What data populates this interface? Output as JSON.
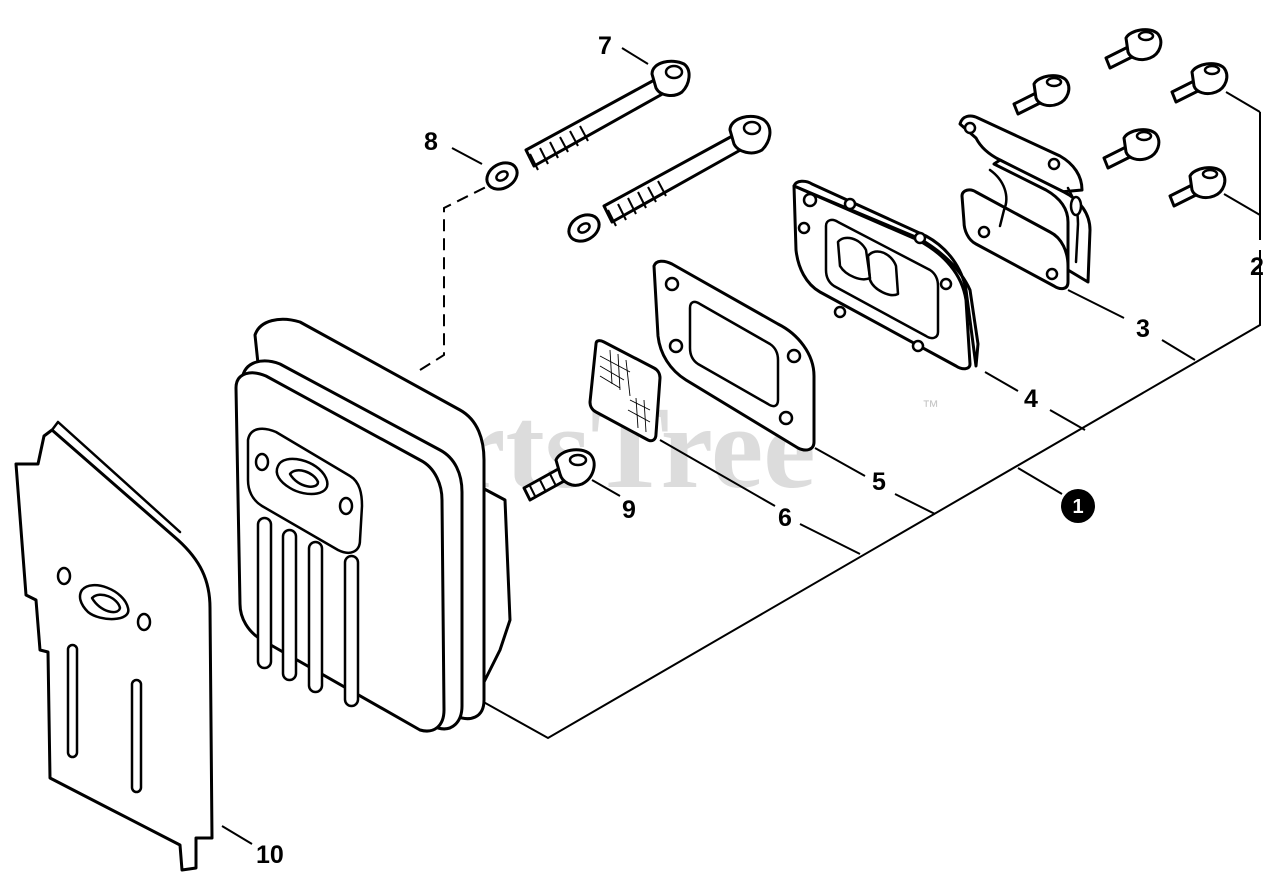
{
  "watermark": {
    "text": "PartsTree",
    "trademark": "™"
  },
  "callouts": {
    "c1": "1",
    "c2": "2",
    "c3": "3",
    "c4": "4",
    "c5": "5",
    "c6": "6",
    "c7": "7",
    "c8": "8",
    "c9": "9",
    "c10": "10"
  },
  "colors": {
    "line": "#000000",
    "background": "#ffffff",
    "watermark": "#d9d9d9"
  }
}
